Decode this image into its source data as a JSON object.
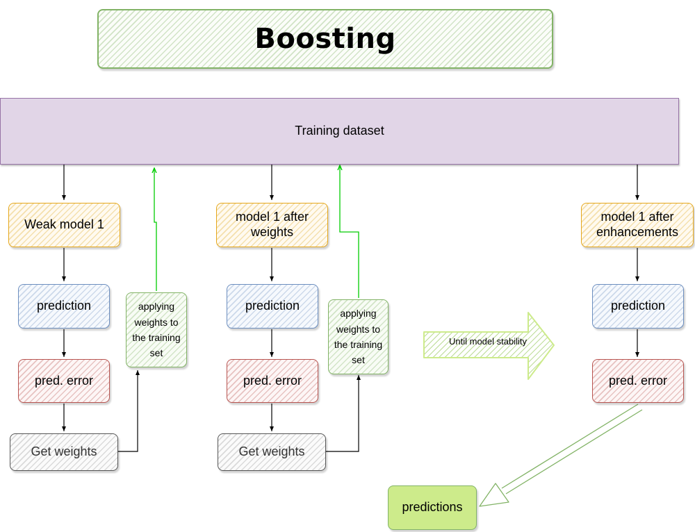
{
  "title": "Boosting",
  "dataset": "Training dataset",
  "columns": [
    {
      "model": "Weak model 1",
      "prediction": "prediction",
      "error": "pred. error",
      "weights": "Get weights",
      "apply": "applying weights to the training set"
    },
    {
      "model": "model 1 after weights",
      "prediction": "prediction",
      "error": "pred. error",
      "weights": "Get weights",
      "apply": "applying weights to the training set"
    },
    {
      "model": "model 1 after enhancements",
      "prediction": "prediction",
      "error": "pred. error"
    }
  ],
  "stability_arrow": "Until model stability",
  "output": "predictions",
  "colors": {
    "model_fill": "#ffe6cc",
    "model_stroke": "#d79b00",
    "prediction_fill": "#dae8fc",
    "prediction_stroke": "#6c8ebf",
    "error_fill": "#f8cecc",
    "error_stroke": "#b85450",
    "weights_stroke": "#666666",
    "apply_stroke": "#82b366",
    "feedback_line": "#00cc00",
    "dataset_fill": "#e1d5e7",
    "dataset_stroke": "#9673a6",
    "output_fill": "#cdeb8b"
  }
}
